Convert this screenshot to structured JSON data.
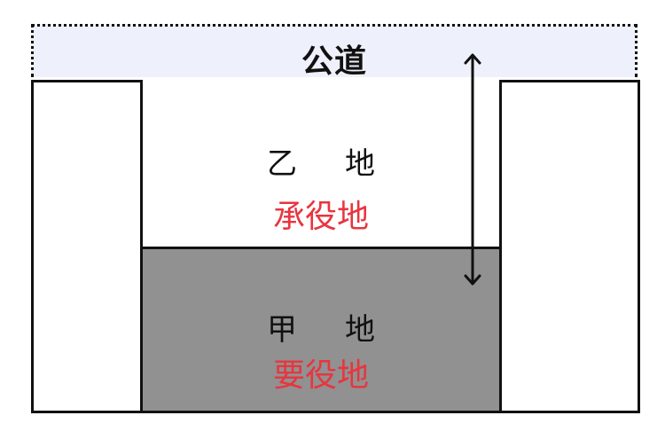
{
  "road": {
    "label": "公道"
  },
  "parcel_otsu": {
    "name": "乙　地",
    "role": "承役地"
  },
  "parcel_ko": {
    "name": "甲　地",
    "role": "要役地"
  },
  "colors": {
    "road_fill": "#eef1fb",
    "dominant_fill": "#919191",
    "role_text": "#e8353f",
    "line": "#111111"
  },
  "icons": {
    "connector": "double-arrow-icon"
  }
}
